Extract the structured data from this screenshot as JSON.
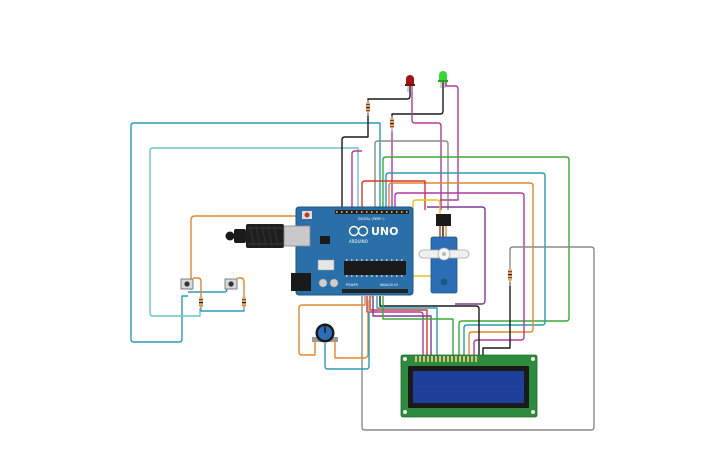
{
  "board": {
    "logo": "UNO",
    "brand": "ARDUINO",
    "header_digital": "DIGITAL (PWM~)",
    "header_power": "POWER",
    "header_analog": "ANALOG IN"
  },
  "colors": {
    "board": "#2a6fa8",
    "board_edge": "#1e5587",
    "pcb_green": "#2e8b3e",
    "lcd_screen": "#1e3f9a",
    "wire_teal": "#2a9bb5",
    "wire_light_teal": "#6fc3c9",
    "wire_orange": "#e0892b",
    "wire_green": "#3aaa35",
    "wire_magenta": "#b23a9e",
    "wire_black": "#1a1a1a",
    "wire_gray": "#8a8a8a",
    "wire_red": "#d23a2a",
    "wire_yellow": "#e5c21e",
    "wire_purple": "#7b3b9a",
    "led_red": "#a01414",
    "led_green": "#35d635",
    "servo_body": "#2c6eb5"
  }
}
